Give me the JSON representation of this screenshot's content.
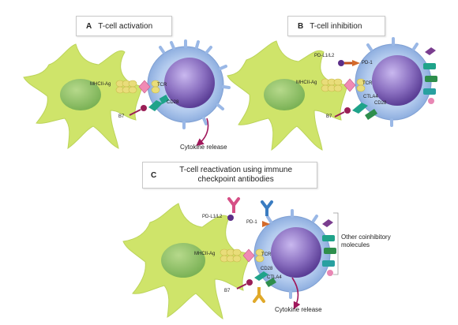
{
  "panel_a": {
    "letter": "A",
    "title": "T-cell activation",
    "labels": {
      "mhc": "MHCII-Ag",
      "tcr": "TCR",
      "cd28": "CD28",
      "b7": "B7",
      "cytokine": "Cytokine release"
    }
  },
  "panel_b": {
    "letter": "B",
    "title": "T-cell inhibition",
    "labels": {
      "pdl": "PD-L1/L2",
      "pd1": "PD-1",
      "mhc": "MHCII-Ag",
      "tcr": "TCR",
      "ctla4": "CTLA4",
      "cd28": "CD28",
      "b7": "B7"
    }
  },
  "panel_c": {
    "letter": "C",
    "title_line1": "T-cell reactivation using immune",
    "title_line2": "checkpoint antibodies",
    "labels": {
      "pdl": "PD-L1/L2",
      "pd1": "PD-1",
      "other_line1": "Other coinhibitory",
      "other_line2": "molecules",
      "mhc": "MHCII-Ag",
      "tcr": "TCR",
      "cd28": "CD28",
      "ctla4": "CTLA4",
      "b7": "B7",
      "cytokine": "Cytokine release"
    }
  },
  "colors": {
    "dendritic_cell": "#cfe46a",
    "dendritic_nucleus": "#8fc266",
    "t_cell": "#9ab8e6",
    "t_cell_nucleus": "#8a6fc0",
    "arrow": "#a0175b",
    "mhc_bead": "#e9dd7a",
    "tcr_diamond": "#f08ab4",
    "cd28_receptor": "#1fa38a",
    "b7_ligand": "#9a1e56",
    "antibody": "#3a7cc1"
  }
}
